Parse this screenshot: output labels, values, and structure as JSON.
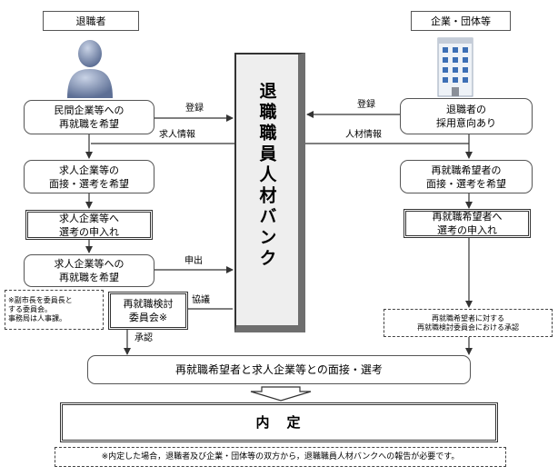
{
  "header": {
    "left_role": "退職者",
    "right_role": "企業・団体等"
  },
  "center": {
    "bank": "退職職員人材バンク"
  },
  "left": {
    "box1": "民間企業等への\n再就職を希望",
    "box2": "求人企業等の\n面接・選考を希望",
    "box3": "求人企業等へ\n選考の申入れ",
    "box4": "求人企業等への\n再就職を希望",
    "committee": "再就職検討\n委員会※",
    "note": "※副市長を委員長と\nする委員会。\n事務局は人事課。"
  },
  "right": {
    "box1": "退職者の\n採用意向あり",
    "box2": "再就職希望者の\n面接・選考を希望",
    "box3": "再就職希望者へ\n選考の申入れ",
    "approval": "再就職希望者に対する\n再就職検討委員会における承認"
  },
  "labels": {
    "register_left": "登録",
    "register_right": "登録",
    "job_info": "求人情報",
    "talent_info": "人材情報",
    "report": "申出",
    "consult": "協議",
    "approve": "承認"
  },
  "bottom": {
    "interview": "再就職希望者と求人企業等との面接・選考",
    "offer": "内　定",
    "footnote": "※内定した場合，退職者及び企業・団体等の双方から，退職職員人材バンクへの報告が必要です。"
  }
}
